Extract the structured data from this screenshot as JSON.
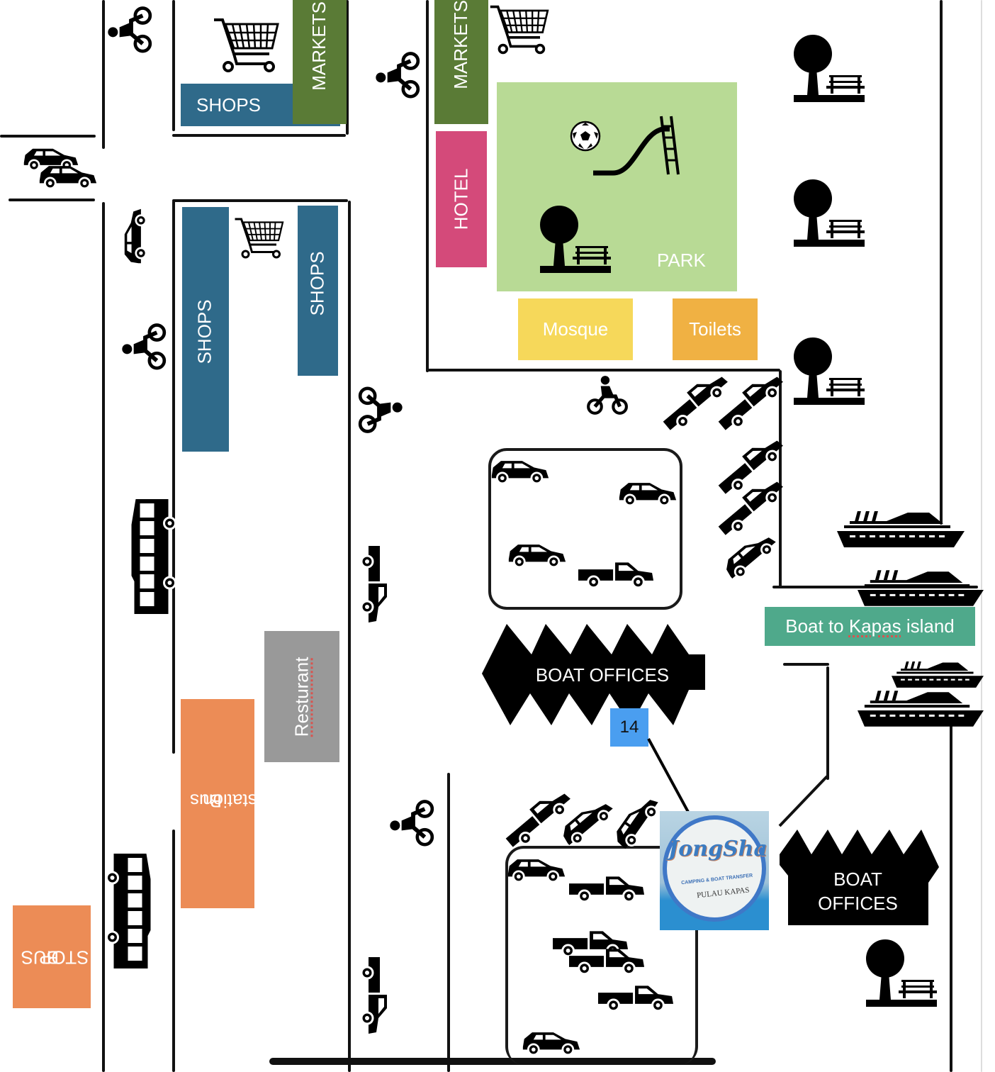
{
  "map": {
    "title": "Kuala Terengganu jetty area to Kapas island",
    "colors": {
      "shops": "#2f6a8a",
      "markets": "#5a7b36",
      "hotel": "#d44a7a",
      "park": "#b8da95",
      "mosque": "#f6d85a",
      "toilets": "#f0b143",
      "restaurant": "#999999",
      "bus": "#ec8c56",
      "boat_sign": "#4fa98b",
      "callout": "#4a9ef0"
    },
    "labels": {
      "shops_top": "SHOPS",
      "markets_left": "MARKETS",
      "markets_right": "MARKETS",
      "shops_tall": "SHOPS",
      "shops_narrow": "SHOPS",
      "hotel": "HOTEL",
      "park": "PARK",
      "mosque": "Mosque",
      "toilets": "Toilets",
      "restaurant": "Resturant",
      "bus_station_line1": "Bus",
      "bus_station_line2": "station",
      "bus_stop_line1": "BUS",
      "bus_stop_line2": "STOP",
      "boat_offices_1": "BOAT OFFICES",
      "boat_offices_2_line1": "BOAT",
      "boat_offices_2_line2": "OFFICES",
      "boat_to_kapas_prefix": "Boat to ",
      "boat_to_kapas_word": "Kapas",
      "boat_to_kapas_suffix": " island",
      "callout_number": "14"
    },
    "logo": {
      "name": "JongSha",
      "line1": "CAMPING & BOAT TRANSFER",
      "line2": "PULAU KAPAS"
    }
  }
}
